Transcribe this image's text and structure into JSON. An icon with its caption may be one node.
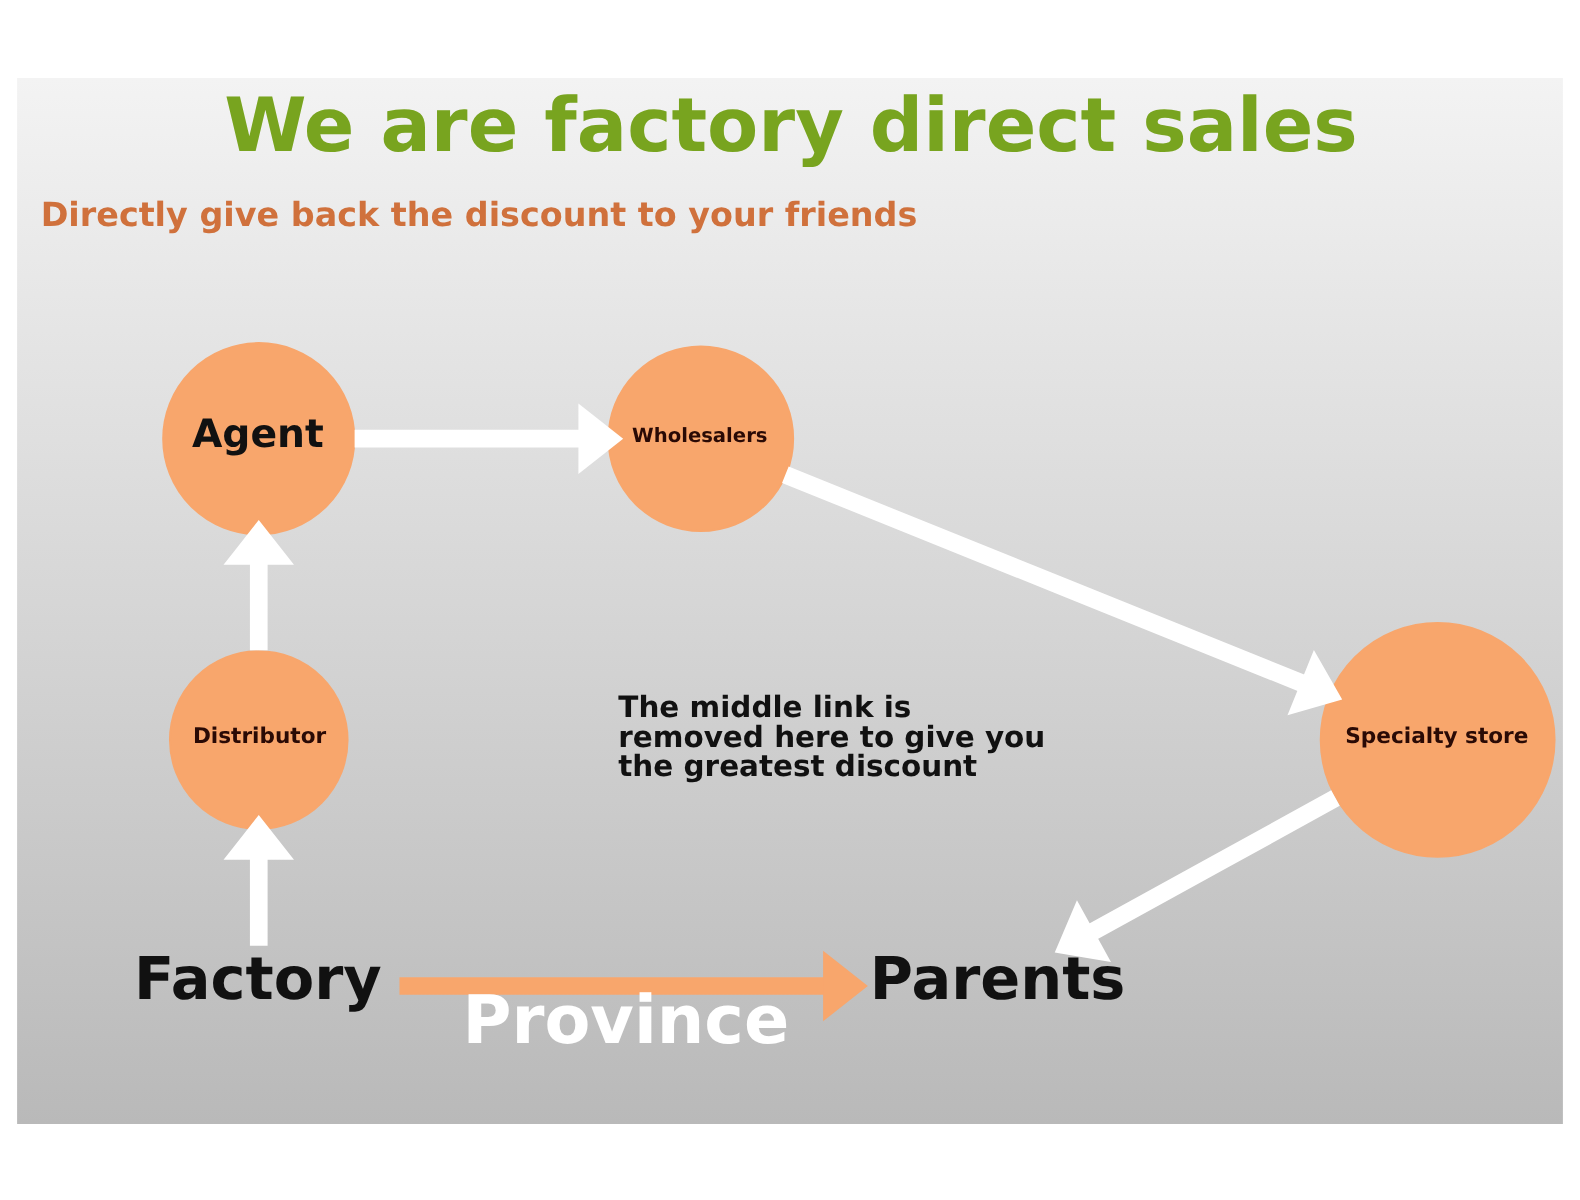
{
  "diagram": {
    "title": "We are factory direct sales",
    "nodes": [
      {
        "text": [
          "Factory"
        ]
      },
      {
        "text": [
          "Distributor"
        ]
      },
      {
        "text": [
          "Agent"
        ]
      },
      {
        "text": [
          "Wholesalers"
        ]
      },
      {
        "text": [
          "Specialty store"
        ]
      },
      {
        "text": [
          "Parents"
        ]
      }
    ],
    "edges": [
      {
        "from": 0,
        "to": 1,
        "arrow": "to"
      },
      {
        "from": 1,
        "to": 2,
        "arrow": "to"
      },
      {
        "from": 2,
        "to": 3,
        "arrow": "to"
      },
      {
        "from": 3,
        "to": 4,
        "arrow": "to"
      },
      {
        "from": 4,
        "to": 5,
        "arrow": "to"
      },
      {
        "from": 0,
        "to": 5,
        "label": "Province",
        "arrow": "to",
        "color": "#f8a66c"
      }
    ],
    "labels": [
      "Directly give back the discount to your friends",
      "The middle link is removed here to give you the greatest discount"
    ]
  }
}
